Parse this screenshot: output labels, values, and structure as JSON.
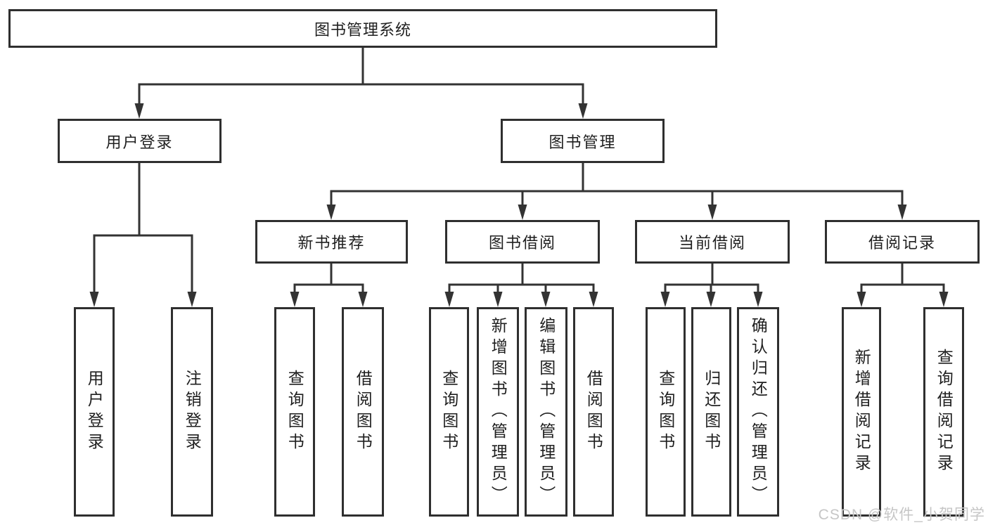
{
  "diagram": {
    "root_label": "图书管理系统",
    "branches": [
      {
        "label": "用户登录",
        "children": [
          {
            "label": "用户登录"
          },
          {
            "label": "注销登录"
          }
        ]
      },
      {
        "label": "图书管理",
        "children": [
          {
            "label": "新书推荐",
            "children": [
              {
                "label": "查询图书"
              },
              {
                "label": "借阅图书"
              }
            ]
          },
          {
            "label": "图书借阅",
            "children": [
              {
                "label": "查询图书"
              },
              {
                "label": "新增图书（管理员）"
              },
              {
                "label": "编辑图书（管理员）"
              },
              {
                "label": "借阅图书"
              }
            ]
          },
          {
            "label": "当前借阅",
            "children": [
              {
                "label": "查询图书"
              },
              {
                "label": "归还图书"
              },
              {
                "label": "确认归还（管理员）"
              }
            ]
          },
          {
            "label": "借阅记录",
            "children": [
              {
                "label": "新增借阅记录"
              },
              {
                "label": "查询借阅记录"
              }
            ]
          }
        ]
      }
    ]
  },
  "watermark": {
    "text": "CSDN @软件_小贺同学"
  },
  "colors": {
    "line": "#333333",
    "box_border": "#2f2f2f",
    "text": "#1f1f1f",
    "watermark": "#c6c6c6",
    "background": "#ffffff"
  }
}
